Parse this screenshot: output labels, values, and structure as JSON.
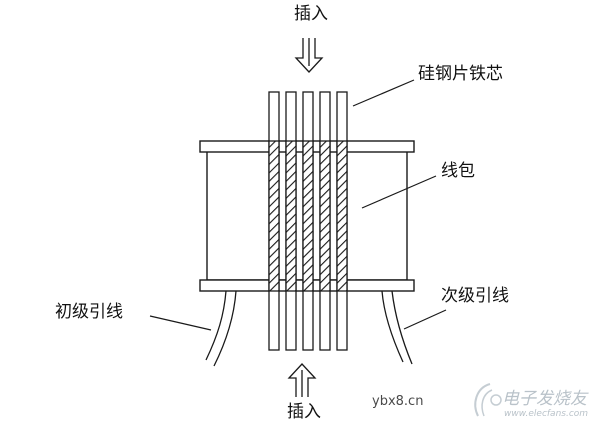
{
  "labels": {
    "insert_top": "插入",
    "core": "硅钢片铁芯",
    "coil": "线包",
    "primary_lead": "初级引线",
    "secondary_lead": "次级引线",
    "insert_bottom": "插入"
  },
  "watermark": {
    "site": "ybx8.cn",
    "brand": "电子发烧友",
    "url": "www.elecfans.com"
  },
  "colors": {
    "line": "#1a1a1a",
    "watermark": "#b9c2c9"
  }
}
